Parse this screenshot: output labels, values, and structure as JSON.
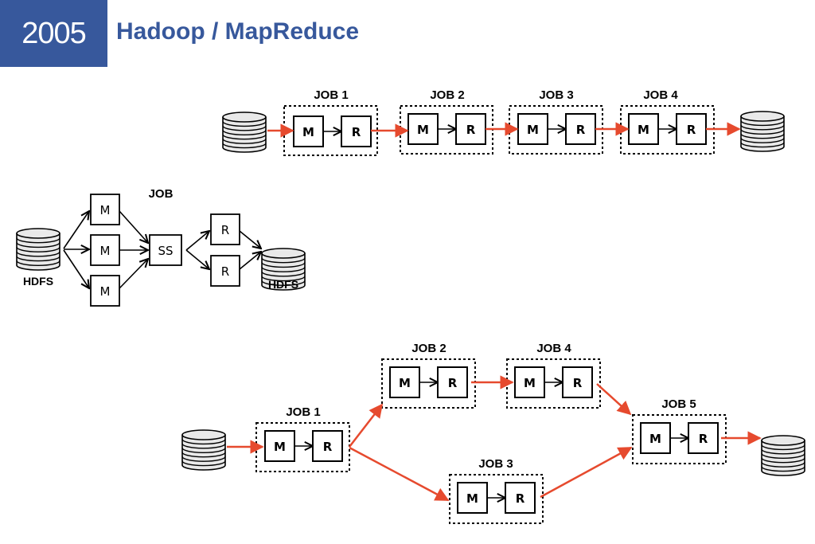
{
  "header": {
    "year": "2005",
    "title": "Hadoop / MapReduce"
  },
  "colors": {
    "badge_bg": "#37589C",
    "title": "#37589C",
    "flow_arrow": "#E64A2E",
    "internal_arrow": "#000000"
  },
  "boxes": {
    "map": "M",
    "reduce": "R",
    "shuffle": "SS"
  },
  "chain": {
    "jobs": [
      "JOB 1",
      "JOB 2",
      "JOB 3",
      "JOB 4"
    ]
  },
  "single_job": {
    "title": "JOB",
    "input_label": "HDFS",
    "output_label": "HDFS"
  },
  "dag": {
    "jobs": [
      "JOB 1",
      "JOB 2",
      "JOB 3",
      "JOB 4",
      "JOB 5"
    ]
  },
  "icons": {
    "storage": "database-stack-icon"
  }
}
